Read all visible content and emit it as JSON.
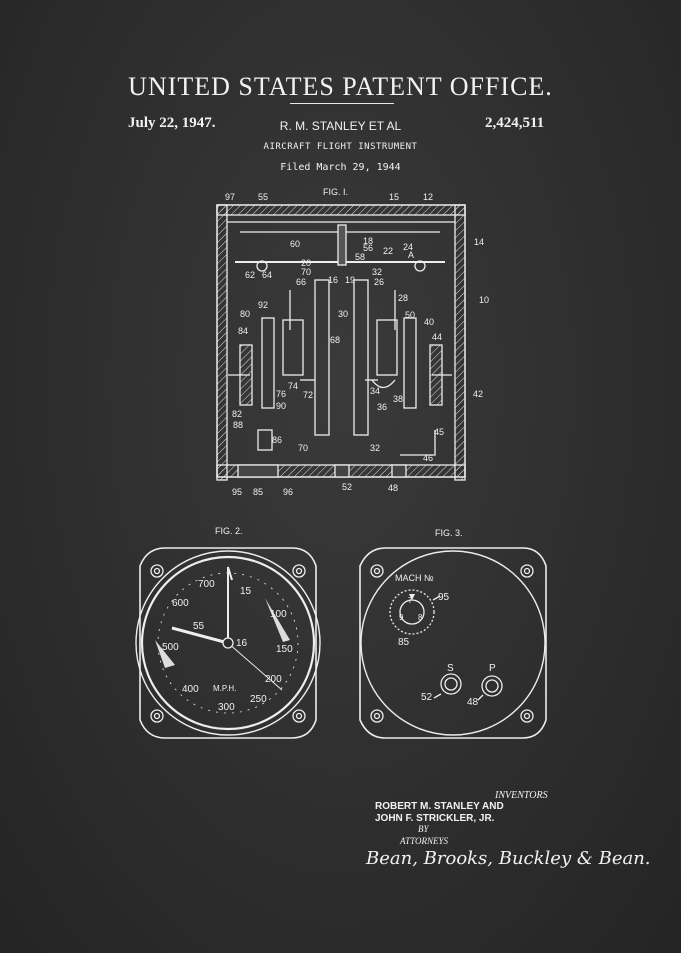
{
  "header": {
    "office": "UNITED STATES PATENT OFFICE.",
    "date": "July 22, 1947.",
    "inventors_short": "R. M. STANLEY ET AL",
    "patent_number": "2,424,511",
    "title": "AIRCRAFT FLIGHT INSTRUMENT",
    "filed": "Filed March 29, 1944"
  },
  "figures": {
    "fig1": {
      "label": "FIG. I.",
      "refs": [
        "97",
        "55",
        "15",
        "12",
        "14",
        "60",
        "18",
        "56",
        "58",
        "22",
        "24",
        "A",
        "62",
        "64",
        "20",
        "70",
        "16",
        "19",
        "32",
        "26",
        "66",
        "28",
        "10",
        "92",
        "30",
        "50",
        "40",
        "80",
        "84",
        "44",
        "68",
        "74",
        "34",
        "38",
        "36",
        "42",
        "72",
        "76",
        "90",
        "82",
        "88",
        "86",
        "45",
        "70",
        "32",
        "46",
        "95",
        "85",
        "96",
        "52",
        "48"
      ]
    },
    "fig2": {
      "label": "FIG. 2.",
      "scale": [
        "700",
        "600",
        "500",
        "400",
        "300",
        "250",
        "200",
        "150",
        "100"
      ],
      "refs": [
        "15",
        "55",
        "16"
      ],
      "unit": "M.P.H."
    },
    "fig3": {
      "label": "FIG. 3.",
      "mach": "MACH №",
      "refs": [
        "95",
        "85",
        "52",
        "48"
      ],
      "dial": [
        "7",
        "9",
        "8"
      ],
      "ports": [
        "S",
        "P"
      ]
    }
  },
  "footer": {
    "inventors_label": "INVENTORS",
    "name1": "ROBERT M. STANLEY AND",
    "name2": "JOHN F. STRICKLER, JR.",
    "by": "BY",
    "attorneys_label": "ATTORNEYS",
    "signature": "Bean, Brooks, Buckley & Bean."
  }
}
